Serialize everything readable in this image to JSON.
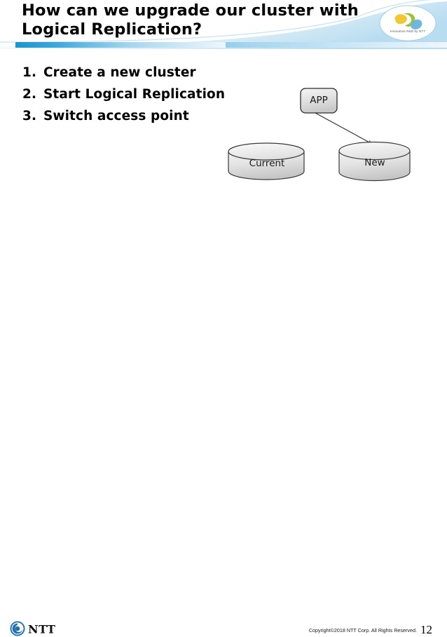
{
  "slide": {
    "title": "How can we upgrade our cluster with\nLogical Replication?",
    "page_number": "12"
  },
  "brand": {
    "caption": "Innovative R&D by NTT",
    "colors": {
      "yellow": "#f2c832",
      "green": "#9ac437",
      "blue": "#6fb7e0",
      "outline": "#9fcfe8",
      "bar": "#2f9fd4"
    }
  },
  "steps": [
    {
      "number": "1.",
      "label": "Create a new cluster"
    },
    {
      "number": "2.",
      "label": "Start Logical Replication"
    },
    {
      "number": "3.",
      "label": "Switch access point"
    }
  ],
  "diagram": {
    "app_box": {
      "label": "APP"
    },
    "current_db": {
      "label": "Current"
    },
    "new_db": {
      "label": "New"
    },
    "arrow": {
      "from": "APP",
      "to": "New"
    }
  },
  "footer": {
    "logo_text": "NTT",
    "copyright": "Copyright©2018 NTT Corp. All Rights Reserved."
  }
}
